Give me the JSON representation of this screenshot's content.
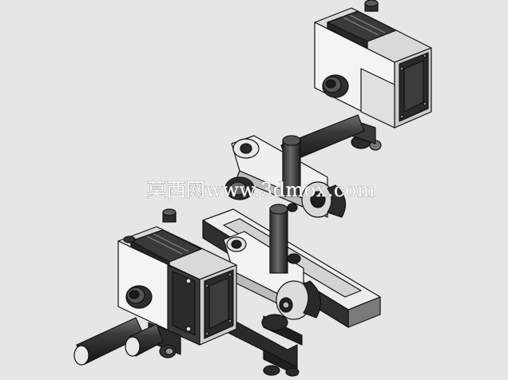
{
  "scene": {
    "description_kind": "CAD render",
    "background_color": "#e6e6e6",
    "part_colors": {
      "light_face": "#f2f2f2",
      "mid_face": "#cfcfcf",
      "dark_face": "#3c3c3c",
      "darkest_face": "#1f1f1f",
      "edge": "#111111"
    }
  },
  "watermark": {
    "text": "莫西网www.3dmox.com",
    "cn": "莫西网",
    "url": "www.3dmox.com"
  }
}
